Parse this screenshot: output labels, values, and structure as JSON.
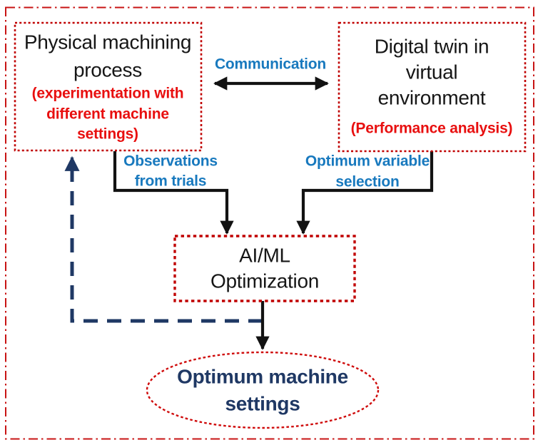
{
  "colors": {
    "border_red": "#c00000",
    "text_red": "#e80f0f",
    "label_blue": "#1879be",
    "navy": "#1f3864",
    "arrow_black": "#121212",
    "background": "#ffffff"
  },
  "nodes": {
    "physical_process": {
      "title_line1": "Physical machining",
      "title_line2": "process",
      "sub_line1": "(experimentation with",
      "sub_line2": "different machine",
      "sub_line3": "settings)"
    },
    "digital_twin": {
      "title_line1": "Digital twin in",
      "title_line2": "virtual",
      "title_line3": "environment",
      "sub_line1": "(Performance analysis)"
    },
    "aiml_optimization": {
      "line1": "AI/ML",
      "line2": "Optimization"
    },
    "optimum_settings": {
      "line1": "Optimum machine",
      "line2": "settings"
    }
  },
  "edge_labels": {
    "communication": "Communication",
    "observations_line1": "Observations",
    "observations_line2": "from trials",
    "optimum_variable_line1": "Optimum variable",
    "optimum_variable_line2": "selection"
  }
}
